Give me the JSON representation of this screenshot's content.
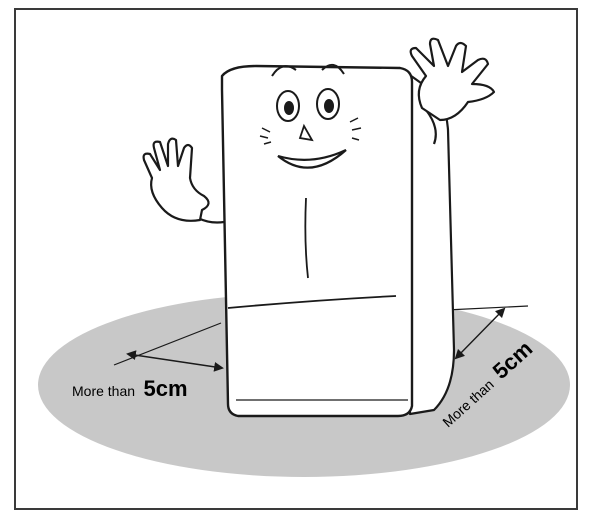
{
  "illustration": {
    "left_clearance": {
      "prefix": "More than",
      "value": "5cm"
    },
    "right_clearance": {
      "prefix": "More than",
      "value": "5cm"
    }
  },
  "colors": {
    "floor": "#c8c8c8",
    "outline": "#1a1a1a",
    "fridge": "#ffffff"
  }
}
